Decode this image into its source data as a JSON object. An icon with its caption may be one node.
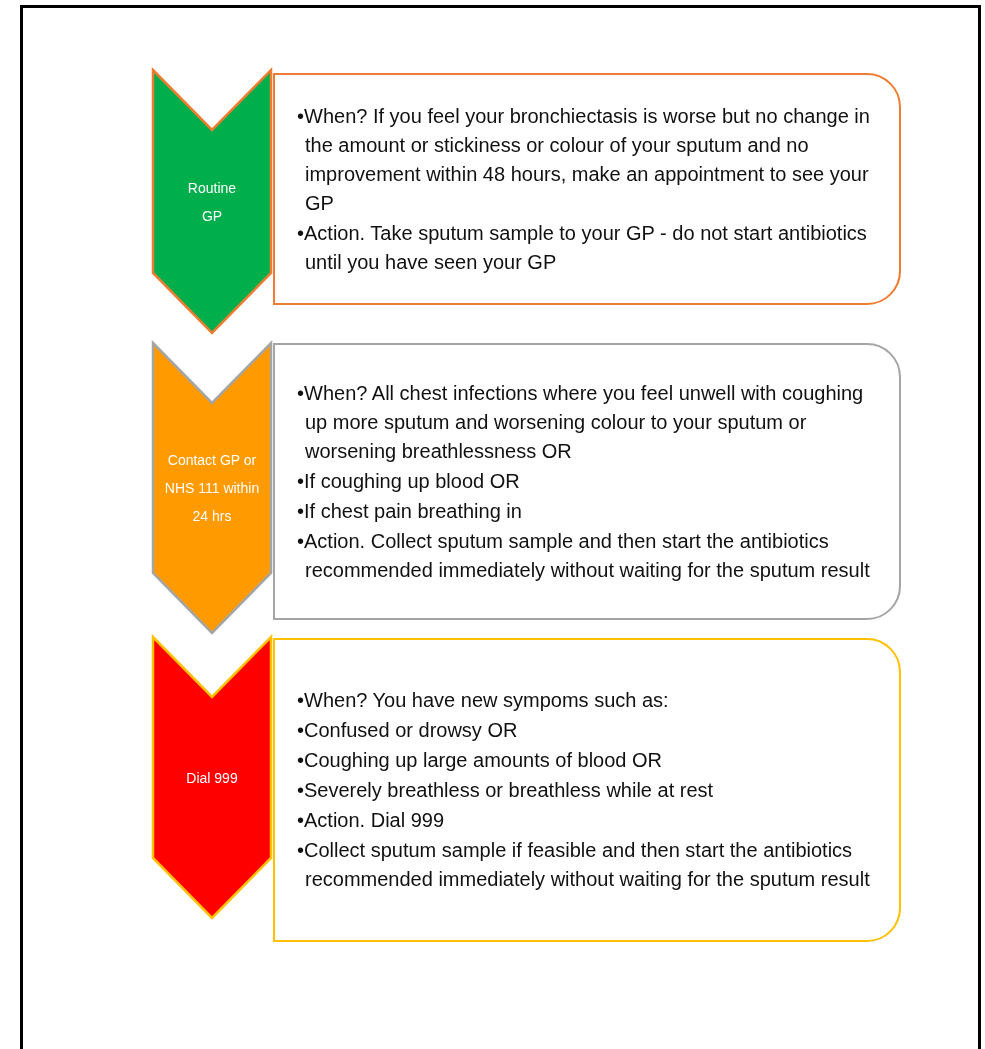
{
  "diagram": {
    "nodes": [
      {
        "text": [
          "Routine GP"
        ]
      },
      {
        "text": [
          "•When? If you feel your bronchiectasis is worse but no change in the amount or stickiness or colour of your sputum and no improvement within 48 hours, make an appointment to see your GP",
          "•Action. Take sputum sample to your GP - do not start antibiotics until you have seen your GP"
        ]
      },
      {
        "text": [
          "Contact GP or NHS 111 within 24 hrs"
        ]
      },
      {
        "text": [
          "•When? All chest infections where you feel unwell with coughing up more sputum and worsening colour to your sputum or worsening breathlessness OR",
          "•If coughing up blood OR",
          "•If chest pain breathing in",
          "•Action. Collect sputum sample and then start the antibiotics recommended immediately without waiting for the sputum result"
        ]
      },
      {
        "text": [
          "Dial 999"
        ]
      },
      {
        "text": [
          "•When? You have new sympoms such as:",
          "•Confused or drowsy OR",
          "•Coughing up large amounts of blood OR",
          "•Severely breathless or breathless while at rest",
          "•Action. Dial 999",
          "•Collect sputum sample if feasible and then start the antibiotics recommended immediately without waiting for the sputum result"
        ]
      }
    ]
  }
}
